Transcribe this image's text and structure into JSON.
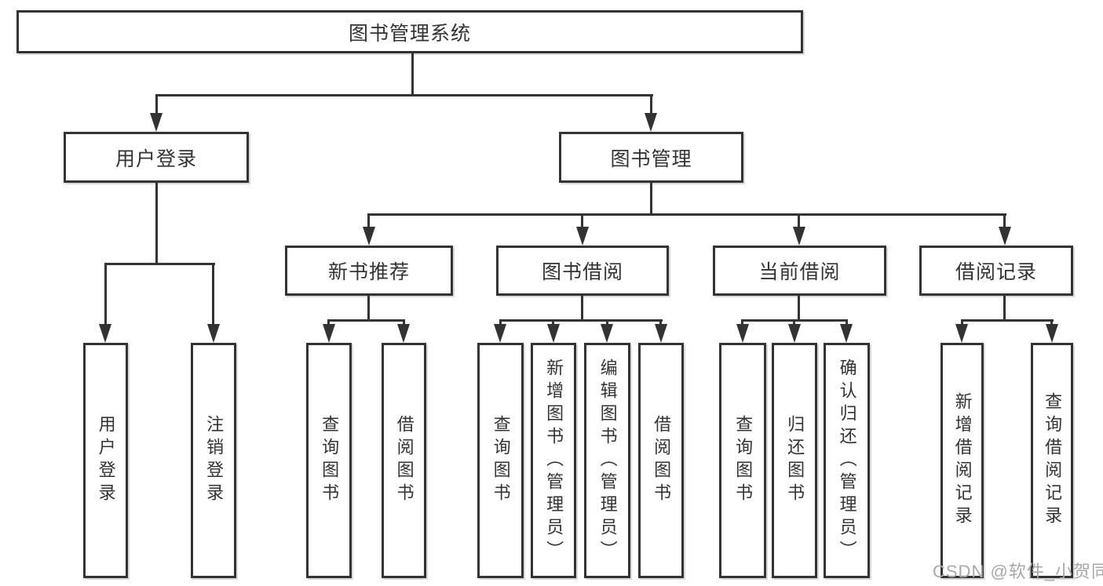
{
  "diagram": {
    "root": {
      "label": "图书管理系统"
    },
    "level2": [
      {
        "label": "用户登录"
      },
      {
        "label": "图书管理"
      }
    ],
    "level3": [
      {
        "label": "新书推荐"
      },
      {
        "label": "图书借阅"
      },
      {
        "label": "当前借阅"
      },
      {
        "label": "借阅记录"
      }
    ],
    "leaves": {
      "user_login": [
        {
          "label": "用户登录"
        },
        {
          "label": "注销登录"
        }
      ],
      "new_book": [
        {
          "label": "查询图书"
        },
        {
          "label": "借阅图书"
        }
      ],
      "book_borrow": [
        {
          "label": "查询图书"
        },
        {
          "label": "新增图书（管理员）"
        },
        {
          "label": "编辑图书（管理员）"
        },
        {
          "label": "借阅图书"
        }
      ],
      "current_borrow": [
        {
          "label": "查询图书"
        },
        {
          "label": "归还图书"
        },
        {
          "label": "确认归还（管理员）"
        }
      ],
      "borrow_records": [
        {
          "label": "新增借阅记录"
        },
        {
          "label": "查询借阅记录"
        }
      ]
    }
  },
  "watermark": {
    "text": "CSDN @软件_小贺同学"
  },
  "colors": {
    "line": "#333333",
    "text": "#333333",
    "watermark": "#a8a8a8",
    "background": "#ffffff"
  }
}
